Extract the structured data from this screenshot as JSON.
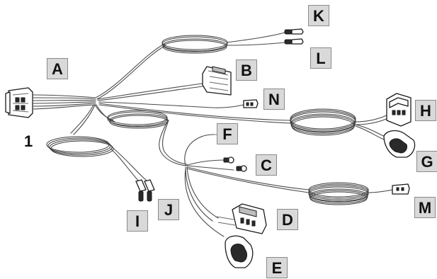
{
  "figure": {
    "number": "1",
    "callouts": {
      "A": "A",
      "B": "B",
      "C": "C",
      "D": "D",
      "E": "E",
      "F": "F",
      "G": "G",
      "H": "H",
      "I": "I",
      "J": "J",
      "K": "K",
      "L": "L",
      "M": "M",
      "N": "N"
    }
  },
  "colors": {
    "callout_fill": "#d9d9d9",
    "callout_border": "#8a8a8a",
    "line": "#3a3a3a"
  }
}
